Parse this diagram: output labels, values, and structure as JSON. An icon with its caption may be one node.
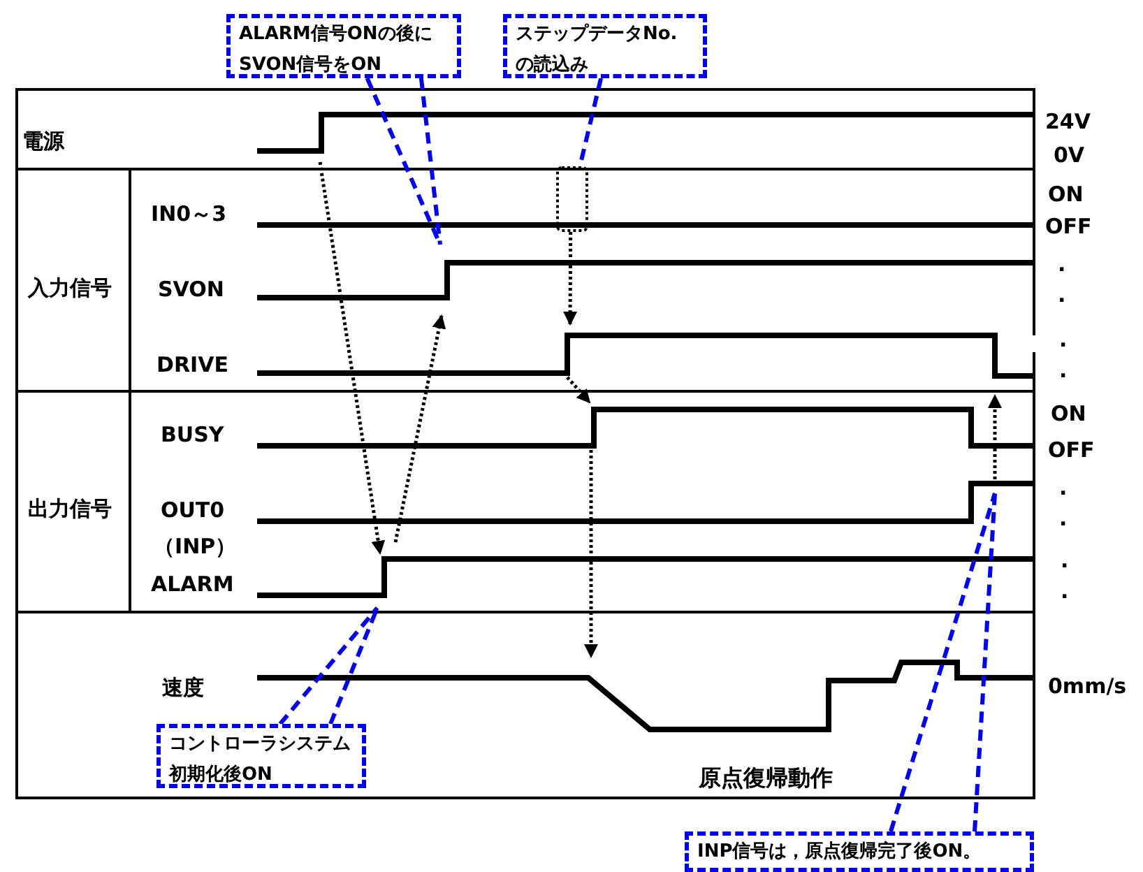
{
  "diagram": {
    "nodes": [
      {
        "text": [
          "ALARM信号ONの後にSVON信号をON"
        ]
      },
      {
        "text": [
          "ステップデータNo.の読込み"
        ]
      },
      {
        "text": [],
        "shape": "box"
      },
      {
        "text": [
          "コントローラシステム初期化後ON"
        ]
      },
      {
        "text": [
          "INP信号は，原点復帰完了後ON。"
        ]
      }
    ],
    "edges": [
      {
        "from": 0,
        "to": null,
        "arrow": "none"
      },
      {
        "from": 0,
        "to": null,
        "arrow": "none"
      },
      {
        "from": 1,
        "to": 2,
        "arrow": "none"
      },
      {
        "from": 3,
        "to": null,
        "arrow": "none"
      },
      {
        "from": 3,
        "to": null,
        "arrow": "none"
      },
      {
        "from": 4,
        "to": null,
        "arrow": "none"
      },
      {
        "from": 4,
        "to": null,
        "arrow": "none"
      },
      {
        "from": 2,
        "to": null,
        "arrow": "to",
        "style": "dashed",
        "color": "#000000"
      }
    ],
    "labels": [
      "電源",
      "24V",
      "0V",
      "IN0～3",
      "ON",
      "OFF",
      "入力信号",
      "SVON",
      ".",
      ".",
      "DRIVE",
      ".",
      ".",
      "BUSY",
      "ON",
      "出力信号",
      "OFF",
      "OUT0",
      ".",
      ".",
      "（INP）",
      ".",
      "ALARM",
      ".",
      "速度",
      "0mm/s",
      "原点復帰動作"
    ]
  }
}
